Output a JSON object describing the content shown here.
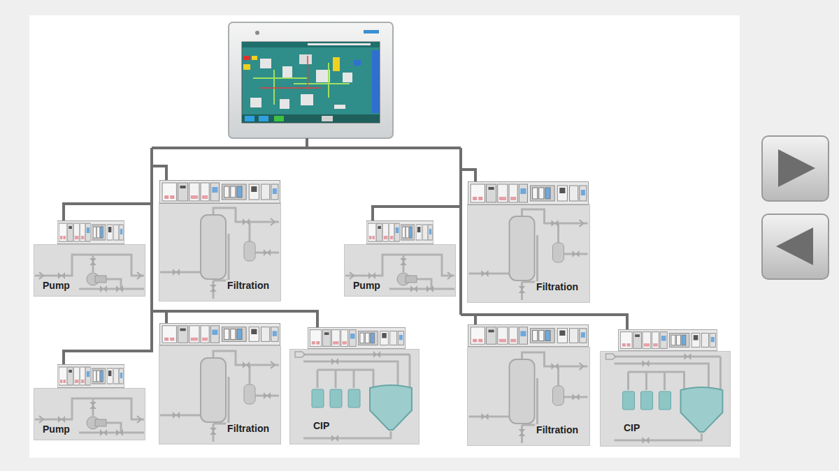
{
  "diagram": {
    "nodes": [
      {
        "text": [
          "Pump"
        ]
      },
      {
        "text": [
          "Filtration"
        ]
      },
      {
        "text": [
          "Pump"
        ]
      },
      {
        "text": [
          "Filtration"
        ]
      },
      {
        "text": [
          "Pump"
        ]
      },
      {
        "text": [
          "Filtration"
        ]
      },
      {
        "text": [
          "CIP"
        ]
      },
      {
        "text": [
          "Filtration"
        ]
      },
      {
        "text": [
          "CIP"
        ]
      }
    ]
  }
}
